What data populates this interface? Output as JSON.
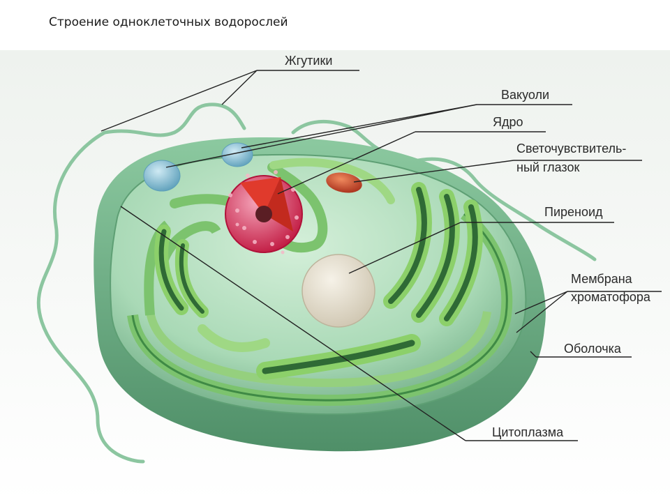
{
  "title": "Строение одноклеточных водорослей",
  "labels": {
    "flagella": "Жгутики",
    "vacuoles": "Вакуоли",
    "nucleus": "Ядро",
    "eyespot_line1": "Светочувствитель-",
    "eyespot_line2": "ный глазок",
    "pyrenoid": "Пиреноид",
    "chromatophore_line1": "Мембрана",
    "chromatophore_line2": "хроматофора",
    "shell": "Оболочка",
    "cytoplasm": "Цитоплазма"
  },
  "colors": {
    "background": "#ffffff",
    "stage_top": "#eef2ee",
    "cell_body": "#6fb58a",
    "cell_inner": "#bfe6c8",
    "chromatophore": "#7cc36e",
    "chromatophore_dark": "#2f6a35",
    "nucleus": "#d9234f",
    "eyespot": "#c8482a",
    "pyrenoid": "#e4ded0",
    "vacuole": "#8fc4d8",
    "leader_line": "#222222"
  }
}
